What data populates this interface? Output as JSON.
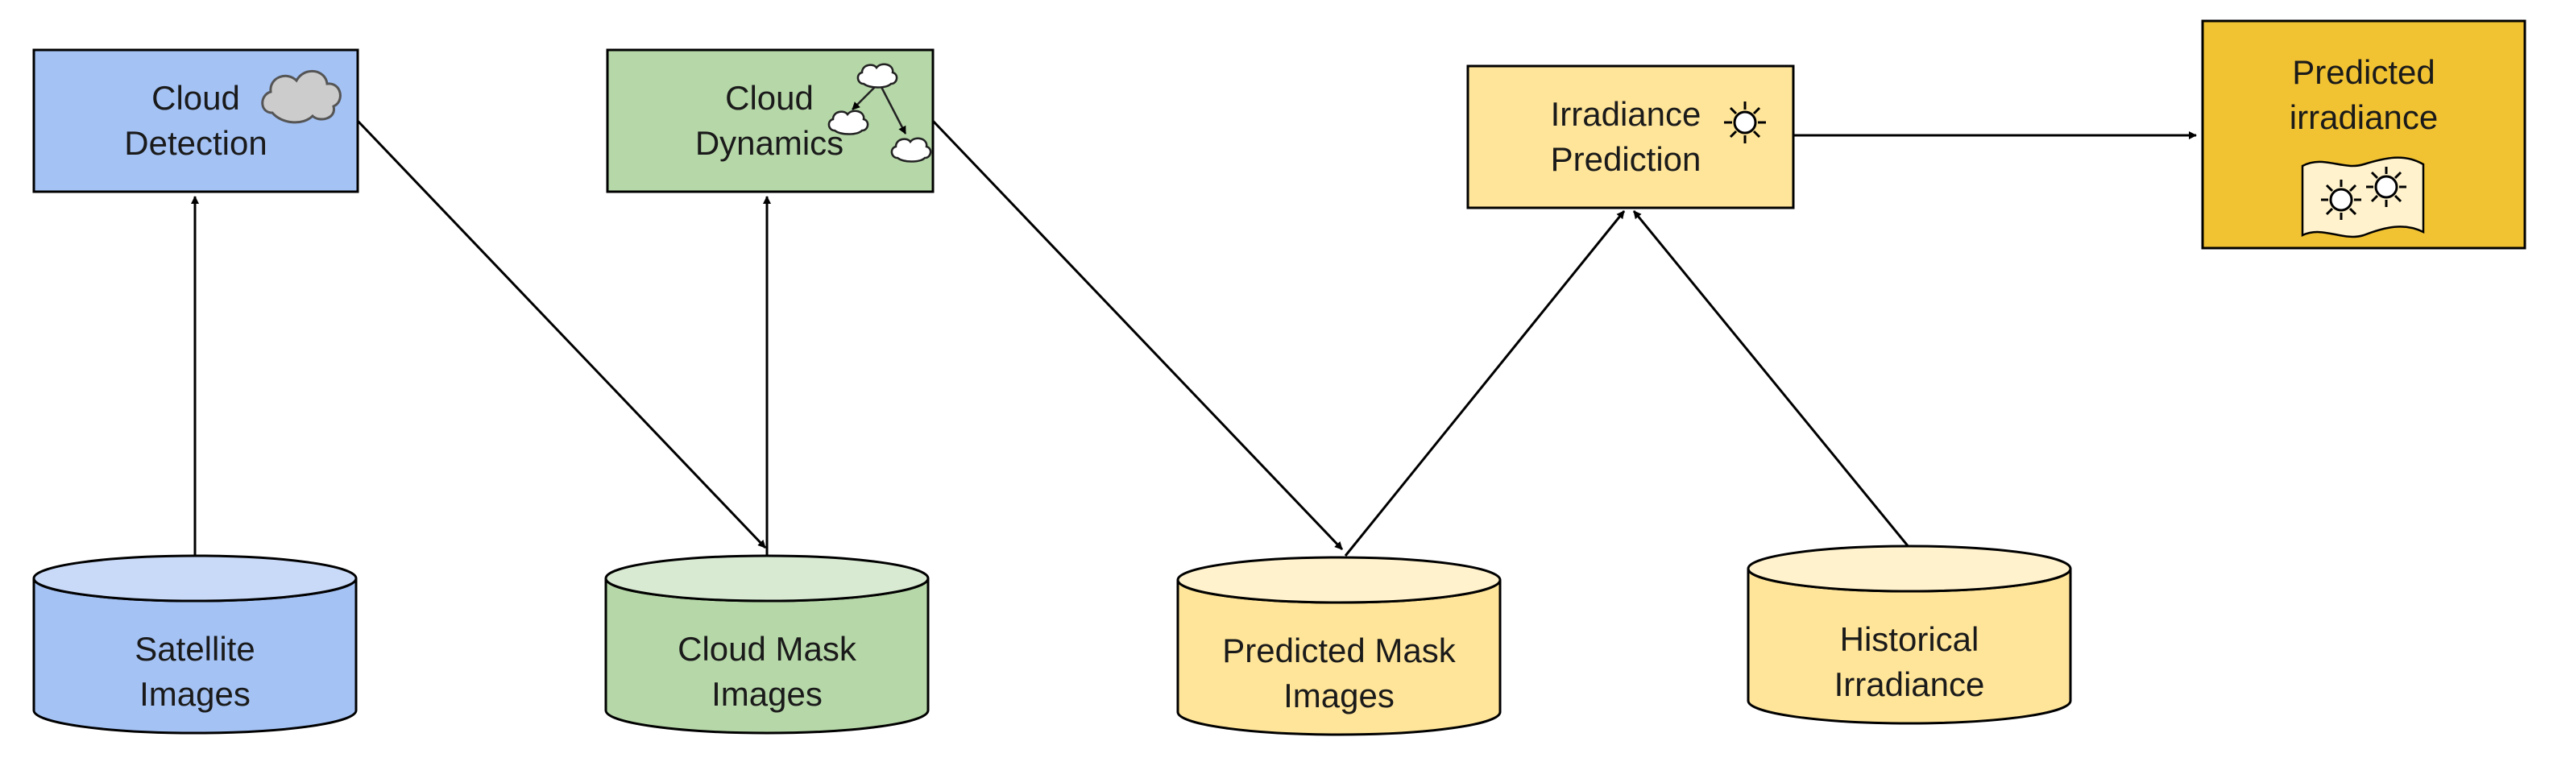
{
  "colors": {
    "blue_fill": "#a4c2f4",
    "blue_top": "#c9daf8",
    "green_fill": "#b6d7a8",
    "green_top": "#d9ead3",
    "yellow_fill": "#ffe599",
    "yellow_top": "#fff2cc",
    "gold_fill": "#f1c232",
    "cloud_icon": "#cccccc"
  },
  "nodes": {
    "cloud_detection": {
      "line1": "Cloud",
      "line2": "Detection"
    },
    "cloud_dynamics": {
      "line1": "Cloud",
      "line2": "Dynamics"
    },
    "irradiance_prediction": {
      "line1": "Irradiance",
      "line2": "Prediction"
    },
    "predicted_irradiance": {
      "line1": "Predicted",
      "line2": "irradiance"
    },
    "satellite_images": {
      "line1": "Satellite",
      "line2": "Images"
    },
    "cloud_mask_images": {
      "line1": "Cloud Mask",
      "line2": "Images"
    },
    "predicted_mask_images": {
      "line1": "Predicted Mask",
      "line2": "Images"
    },
    "historical_irradiance": {
      "line1": "Historical",
      "line2": "Irradiance"
    }
  },
  "icons": {
    "detection": "cloud-icon",
    "dynamics": "cloud-motion-icon",
    "prediction": "sun-icon",
    "output": "sun-map-icon"
  }
}
